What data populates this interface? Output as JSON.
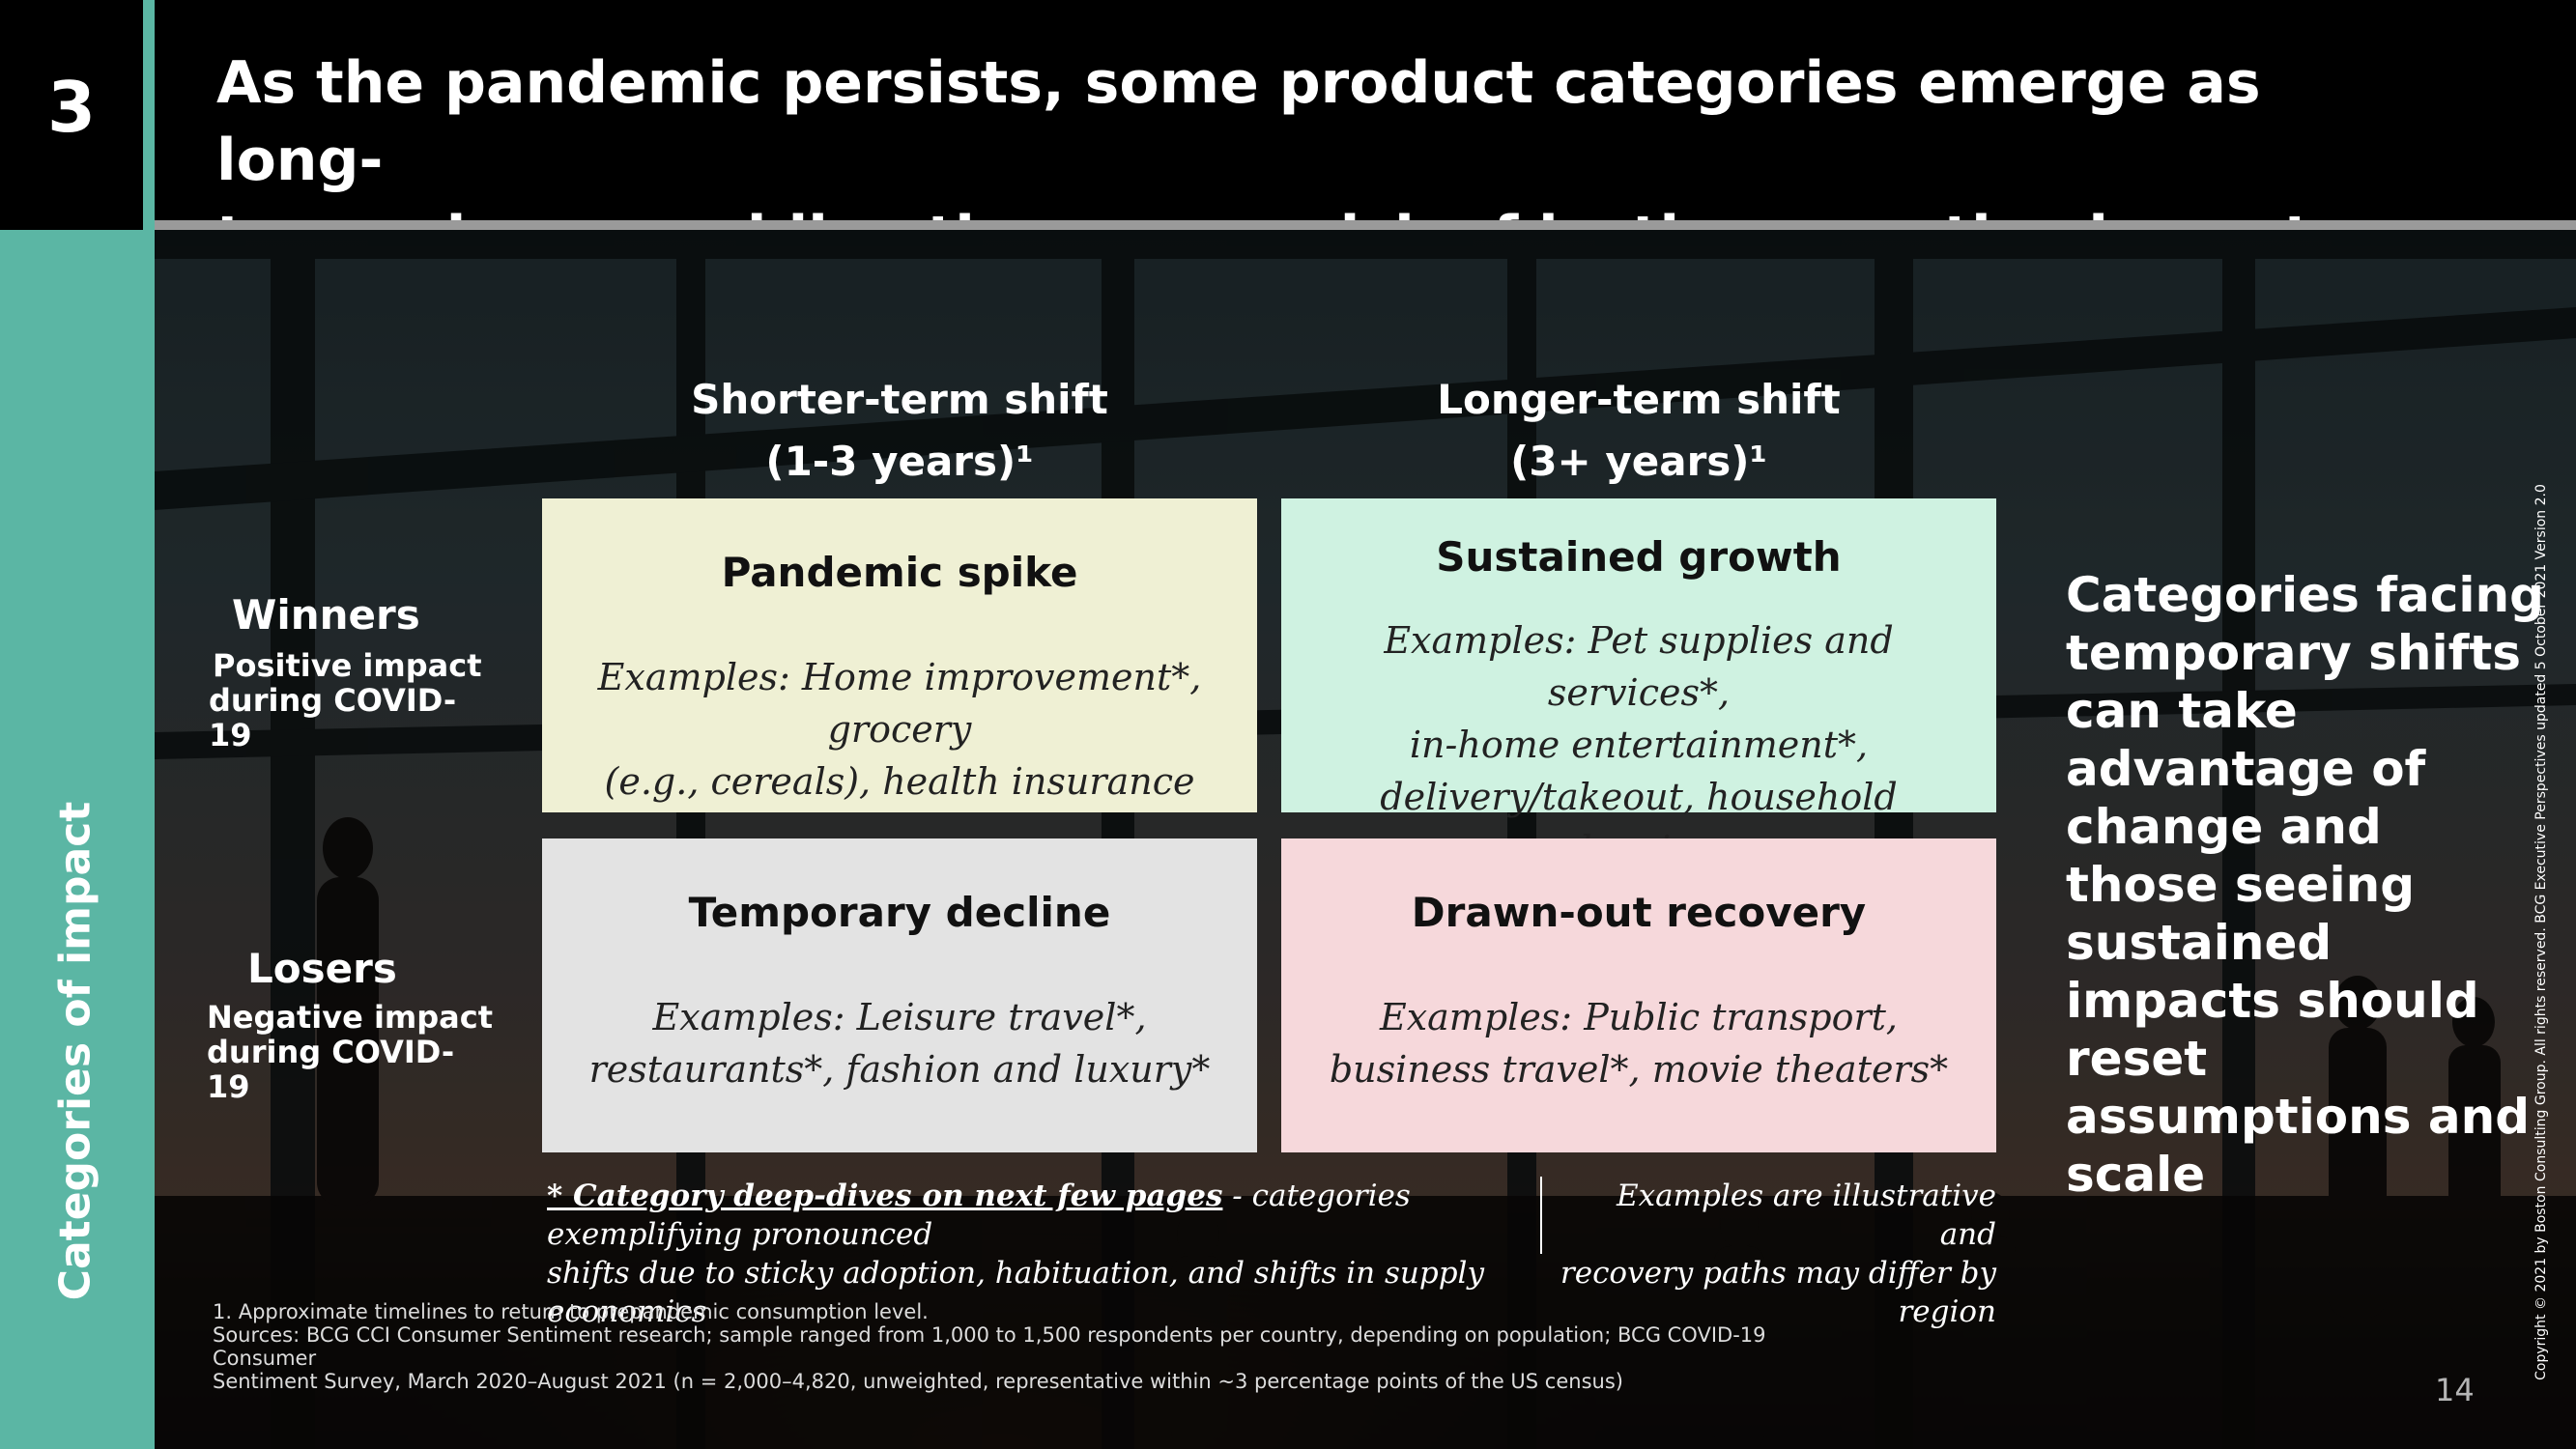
{
  "slide": {
    "number": "3",
    "title_line1": "As the pandemic persists, some product categories emerge as long-",
    "title_line2": "term winners, while others see a risk of lasting negative impact"
  },
  "sidebar": {
    "label": "Categories of impact"
  },
  "columns": {
    "short": {
      "line1": "Shorter-term shift",
      "line2": "(1-3 years)¹"
    },
    "long": {
      "line1": "Longer-term shift",
      "line2": "(3+ years)¹"
    }
  },
  "rows": {
    "winners": {
      "title": "Winners",
      "sub1": "Positive impact",
      "sub2": "during COVID-19"
    },
    "losers": {
      "title": "Losers",
      "sub1": "Negative impact",
      "sub2": "during COVID-19"
    }
  },
  "quadrants": {
    "pandemic_spike": {
      "title": "Pandemic spike",
      "line1": "Examples: Home improvement*, grocery",
      "line2": "(e.g., cereals), health insurance"
    },
    "sustained_growth": {
      "title": "Sustained growth",
      "line1": "Examples: Pet supplies and services*,",
      "line2": "in-home entertainment*,",
      "line3": "delivery/takeout, household cleaning"
    },
    "temporary_decline": {
      "title": "Temporary decline",
      "line1": "Examples: Leisure travel*,",
      "line2": "restaurants*, fashion and luxury*"
    },
    "drawn_out_recovery": {
      "title": "Drawn-out recovery",
      "line1": "Examples: Public transport,",
      "line2": "business travel*, movie theaters*"
    }
  },
  "notes": {
    "left_em": "* Category deep-dives on next few pages",
    "left_rest": " - categories exemplifying pronounced",
    "left_line2": "shifts due to sticky adoption, habituation, and shifts in supply economics",
    "right_line1": "Examples are illustrative and",
    "right_line2": "recovery paths may differ by region"
  },
  "takeaway": "Categories facing temporary shifts can take advantage of change and those seeing sustained impacts should reset assumptions and scale",
  "footnotes": {
    "line1": "1. Approximate timelines to return to prepandemic consumption level.",
    "line2": "Sources: BCG CCI Consumer Sentiment research; sample ranged from 1,000 to 1,500 respondents per country, depending on population; BCG COVID-19 Consumer",
    "line3": "Sentiment Survey, March 2020–August 2021 (n = 2,000–4,820, unweighted, representative within ~3 percentage points of the US census)"
  },
  "page_number": "14",
  "copyright": "Copyright © 2021 by Boston Consulting Group. All rights reserved. BCG Executive Perspectives updated 5 October 2021 Version 2.0",
  "colors": {
    "teal_accent": "#5bb6a4",
    "pandemic_spike_bg": "#eff0d4",
    "sustained_growth_bg": "#cff2e1",
    "temporary_decline_bg": "#e3e3e3",
    "drawn_out_recovery_bg": "#f6d8db"
  }
}
